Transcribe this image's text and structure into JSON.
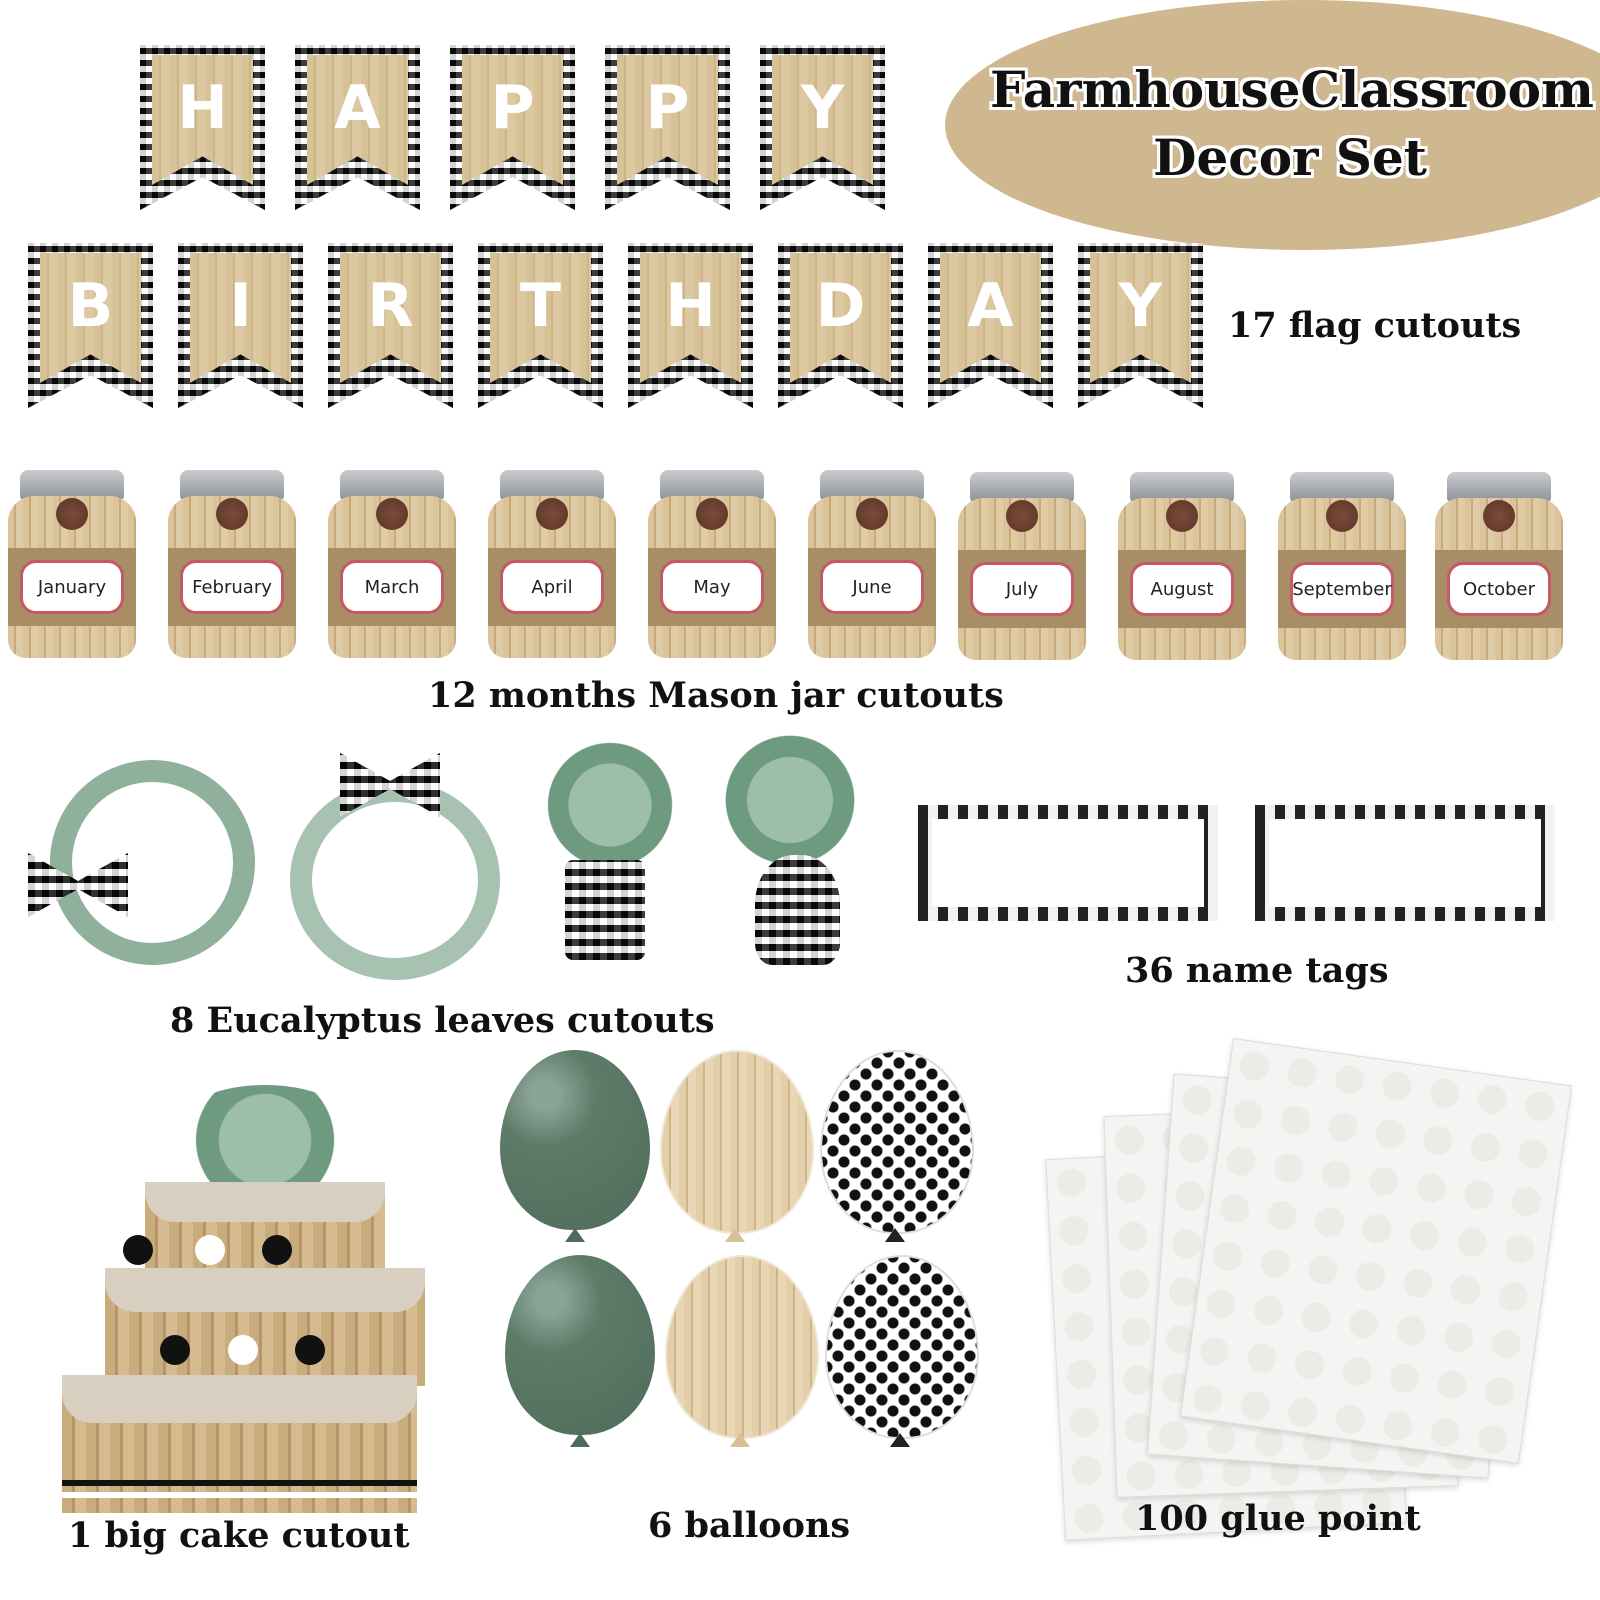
{
  "title": {
    "line1": "FarmhouseClassroom",
    "line2": "Decor Set"
  },
  "banner": {
    "row1": [
      "H",
      "A",
      "P",
      "P",
      "Y"
    ],
    "row2": [
      "B",
      "I",
      "R",
      "T",
      "H",
      "D",
      "A",
      "Y"
    ],
    "caption": "17 flag cutouts"
  },
  "jars": {
    "months": [
      "January",
      "February",
      "March",
      "April",
      "May",
      "June",
      "July",
      "August",
      "September",
      "October"
    ],
    "caption": "12 months Mason jar cutouts"
  },
  "leaves": {
    "caption": "8 Eucalyptus leaves cutouts"
  },
  "name_tags": {
    "caption": "36 name tags"
  },
  "cake": {
    "caption": "1 big cake cutout"
  },
  "balloons": {
    "caption": "6 balloons"
  },
  "glue": {
    "caption": "100 glue point"
  },
  "colors": {
    "badge": "#cfb88f",
    "balloon_green": "#5e7a68",
    "wood": "#d7c197",
    "label_border": "#c45a66"
  }
}
